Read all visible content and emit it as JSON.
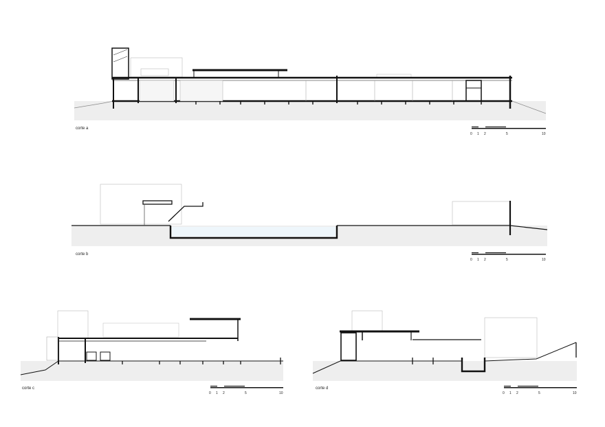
{
  "sections": [
    {
      "id": "a",
      "label": "corte a"
    },
    {
      "id": "b",
      "label": "corte b"
    },
    {
      "id": "c",
      "label": "corte c"
    },
    {
      "id": "d",
      "label": "corte d"
    }
  ],
  "scale_bar": {
    "ticks": [
      "0",
      "1",
      "2",
      "5",
      "10"
    ]
  },
  "colors": {
    "ground": "#eeeeee",
    "line": "#111111",
    "light_line": "#bbbbbb",
    "pool_water": "#eef6fb"
  }
}
